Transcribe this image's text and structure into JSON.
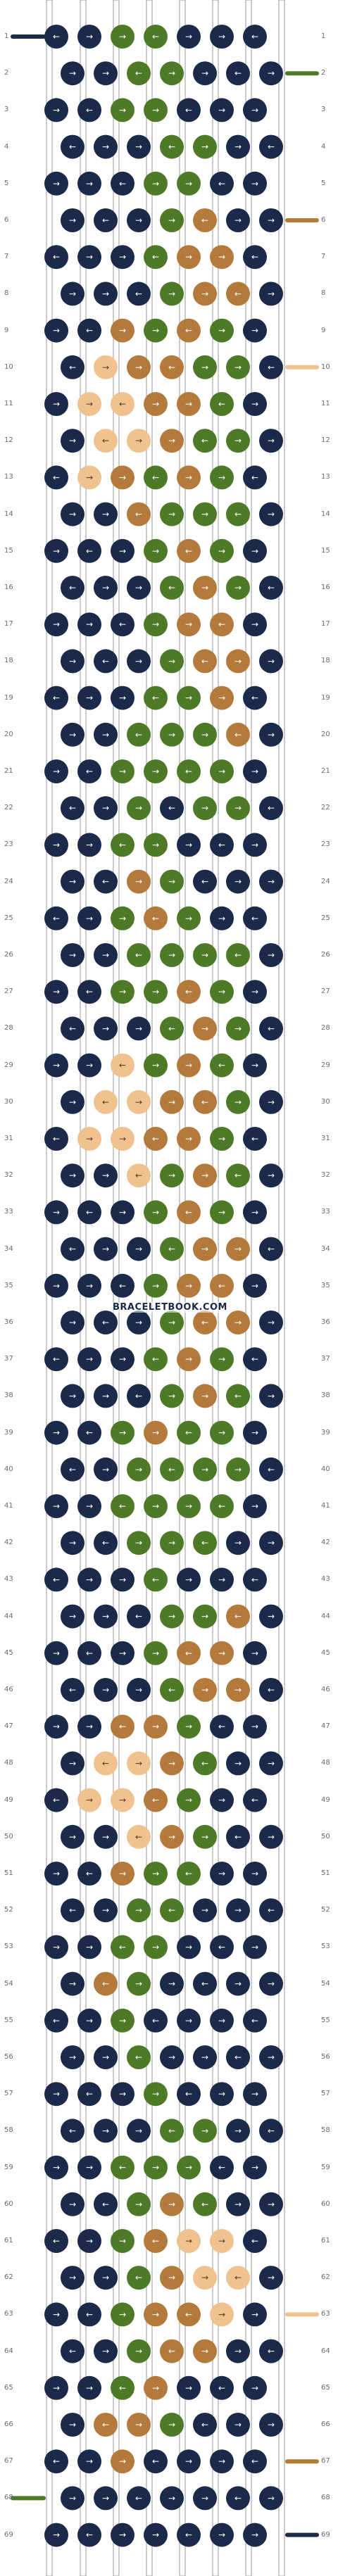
{
  "site": {
    "watermark": "BRACELETBOOK.COM"
  },
  "rows": 69,
  "strings": 8,
  "colors": {
    "navy": "#1b2a4a",
    "green": "#4e7a27",
    "brown": "#b47a3c",
    "peach": "#efc28f",
    "thread_outline": "#9a9a9a",
    "label": "#6b6b6b"
  },
  "knot_colors_by_row": [
    "NNGGNNN",
    "NNGGNNN",
    "NNGGNNN",
    "NNNGGNN",
    "NNNGGNN",
    "NNNGBNN",
    "NNNGBBN",
    "NNNGBBN",
    "NNBGBGN",
    "NPBBGGN",
    "NPPBBGN",
    "NPPBGGN",
    "NPBGBGN",
    "NNBGGGN",
    "NNNGBGN",
    "NNNGBGN",
    "NNNGBBN",
    "NNNGBBN",
    "NNNGGBN",
    "NNGGGBN",
    "NNGGGGN",
    "NNGNGGN",
    "NNGGNNN",
    "NNBGNNN",
    "NNGBGNN",
    "NNGGGGN",
    "NNGGBGN",
    "NNNGBGN",
    "NNPGBGN",
    "NPPBBGN",
    "NPPBBGN",
    "NNPGBGN",
    "NNNGBGN",
    "NNNGBBN",
    "NNNGBBN",
    "NNNGBBN",
    "NNNGBGN",
    "NNNGBGN",
    "NNGBGGN",
    "NNGGGGN",
    "NNGGGGN",
    "NNGGGNN",
    "NNNGNNN",
    "NNNGGBN",
    "NNNGBBN",
    "NNNGBBN",
    "NNBBGNN",
    "NPPBGNN",
    "NPPBGNN",
    "NNPBGNN",
    "NNBGGNN",
    "NNGGNNN",
    "NNGGNNN",
    "NBGNNNN",
    "NNGNNNN",
    "NNGNNNN",
    "NNNGNNN",
    "NNNGGNN",
    "NNGGGNN",
    "NNGBGNN",
    "NNGBPPN",
    "NNGBPPN",
    "NNGBBPN",
    "NNGBBNN",
    "NNGBNNN",
    "NBBGNNN",
    "NNBNNNN",
    "NNNNNNN",
    "NNNNNNN"
  ],
  "edge_threads": {
    "left": [
      {
        "row": 1,
        "color": "#1b2a4a"
      },
      {
        "row": 68,
        "color": "#4e7a27"
      }
    ],
    "right": [
      {
        "row": 2,
        "color": "#4e7a27"
      },
      {
        "row": 6,
        "color": "#b47a3c"
      },
      {
        "row": 10,
        "color": "#efc28f"
      },
      {
        "row": 63,
        "color": "#efc28f"
      },
      {
        "row": 67,
        "color": "#b47a3c"
      },
      {
        "row": 69,
        "color": "#1b2a4a"
      }
    ]
  }
}
